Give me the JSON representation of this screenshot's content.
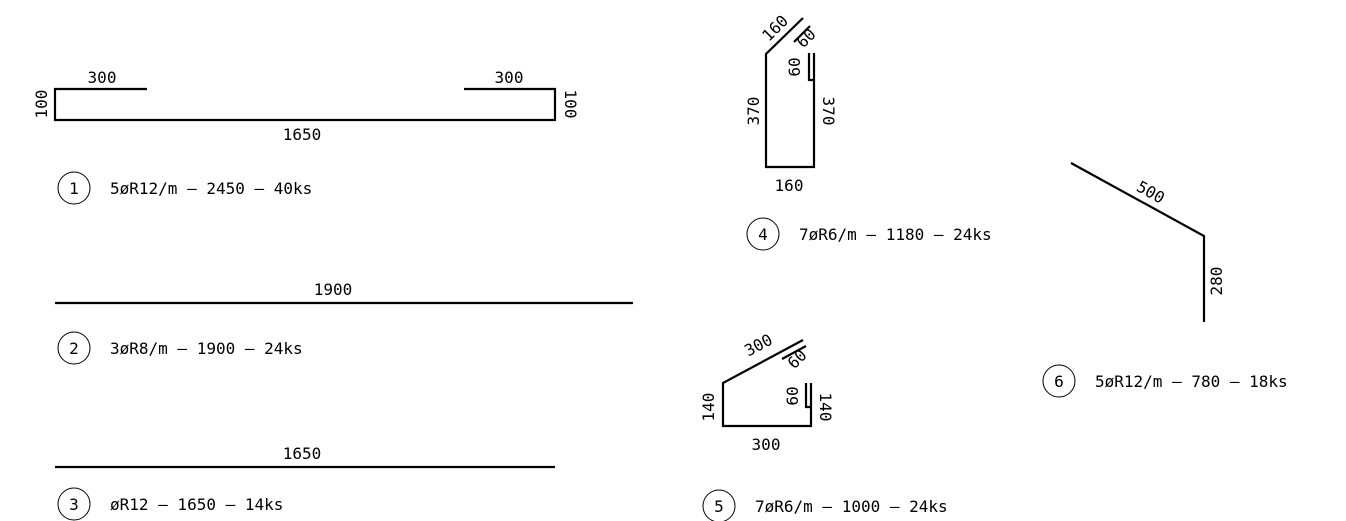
{
  "shapes": [
    {
      "number": "1",
      "spec": "5øR12/m – 2450 – 40ks",
      "dims": {
        "left_top": "300",
        "right_top": "300",
        "left_side": "100",
        "right_side": "100",
        "bottom": "1650"
      }
    },
    {
      "number": "2",
      "spec": "3øR8/m – 1900 – 24ks",
      "dims": {
        "length": "1900"
      }
    },
    {
      "number": "3",
      "spec": "øR12 – 1650 – 14ks",
      "dims": {
        "length": "1650"
      }
    },
    {
      "number": "4",
      "spec": "7øR6/m – 1180 – 24ks",
      "dims": {
        "diag": "160",
        "hook": "60",
        "hook_leg": "60",
        "left": "370",
        "right": "370",
        "bottom": "160"
      }
    },
    {
      "number": "5",
      "spec": "7øR6/m – 1000 – 24ks",
      "dims": {
        "diag": "300",
        "hook": "60",
        "hook_leg": "60",
        "left": "140",
        "right": "140",
        "bottom": "300"
      }
    },
    {
      "number": "6",
      "spec": "5øR12/m – 780 – 18ks",
      "dims": {
        "diag": "500",
        "vertical": "280"
      }
    }
  ]
}
